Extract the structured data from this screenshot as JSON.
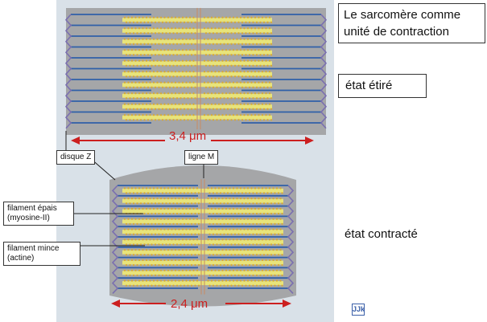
{
  "title": "Le sarcomère comme unité de contraction",
  "labels": {
    "state_stretched": "état étiré",
    "state_contracted": "état contracté",
    "disque_z": "disque Z",
    "ligne_m": "ligne M",
    "filament_epais": "filament épais\n(myosine-II)",
    "filament_mince": "filament  mince\n(actine)"
  },
  "measurements": {
    "stretched_length": "3,4 μm",
    "contracted_length": "2,4 μm"
  },
  "logo_text": "JJk",
  "colors": {
    "background_panel": "#d9e1e8",
    "sarcomere_fill": "#a5a6a8",
    "thin_filament": "#2f5fa8",
    "thick_filament": "#e8e47a",
    "myosin_heads": "#d9a930",
    "z_disc": "#7a6fb0",
    "m_line": "#c98a62",
    "measure_arrow": "#cc1f1f"
  }
}
